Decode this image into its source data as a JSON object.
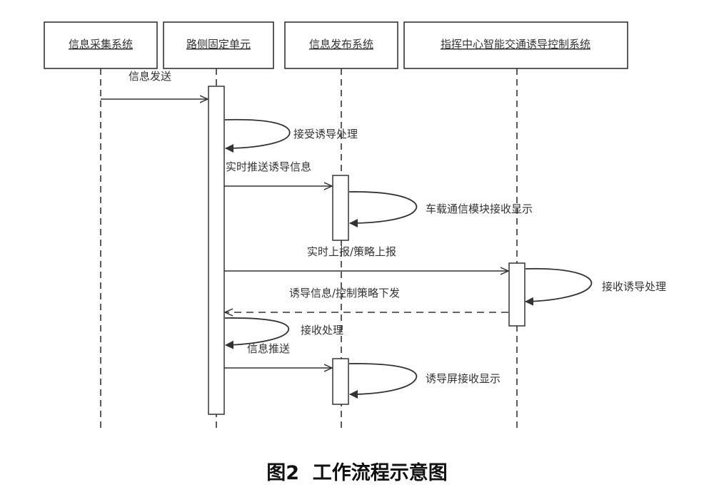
{
  "actors": [
    {
      "label": "信息采集系统"
    },
    {
      "label": "路侧固定单元"
    },
    {
      "label": "信息发布系统"
    },
    {
      "label": "指挥中心智能交通诱导控制系统"
    }
  ],
  "messages": [
    {
      "label": "信息发送"
    },
    {
      "label": "接受诱导处理"
    },
    {
      "label": "实时推送诱导信息"
    },
    {
      "label": "车载通信模块接收显示"
    },
    {
      "label": "实时上报/策略上报"
    },
    {
      "label": "接收诱导处理"
    },
    {
      "label": "诱导信息/控制策略下发"
    },
    {
      "label": "接收处理"
    },
    {
      "label": "信息推送"
    },
    {
      "label": "诱导屏接收显示"
    }
  ],
  "caption": "图2  工作流程示意图"
}
